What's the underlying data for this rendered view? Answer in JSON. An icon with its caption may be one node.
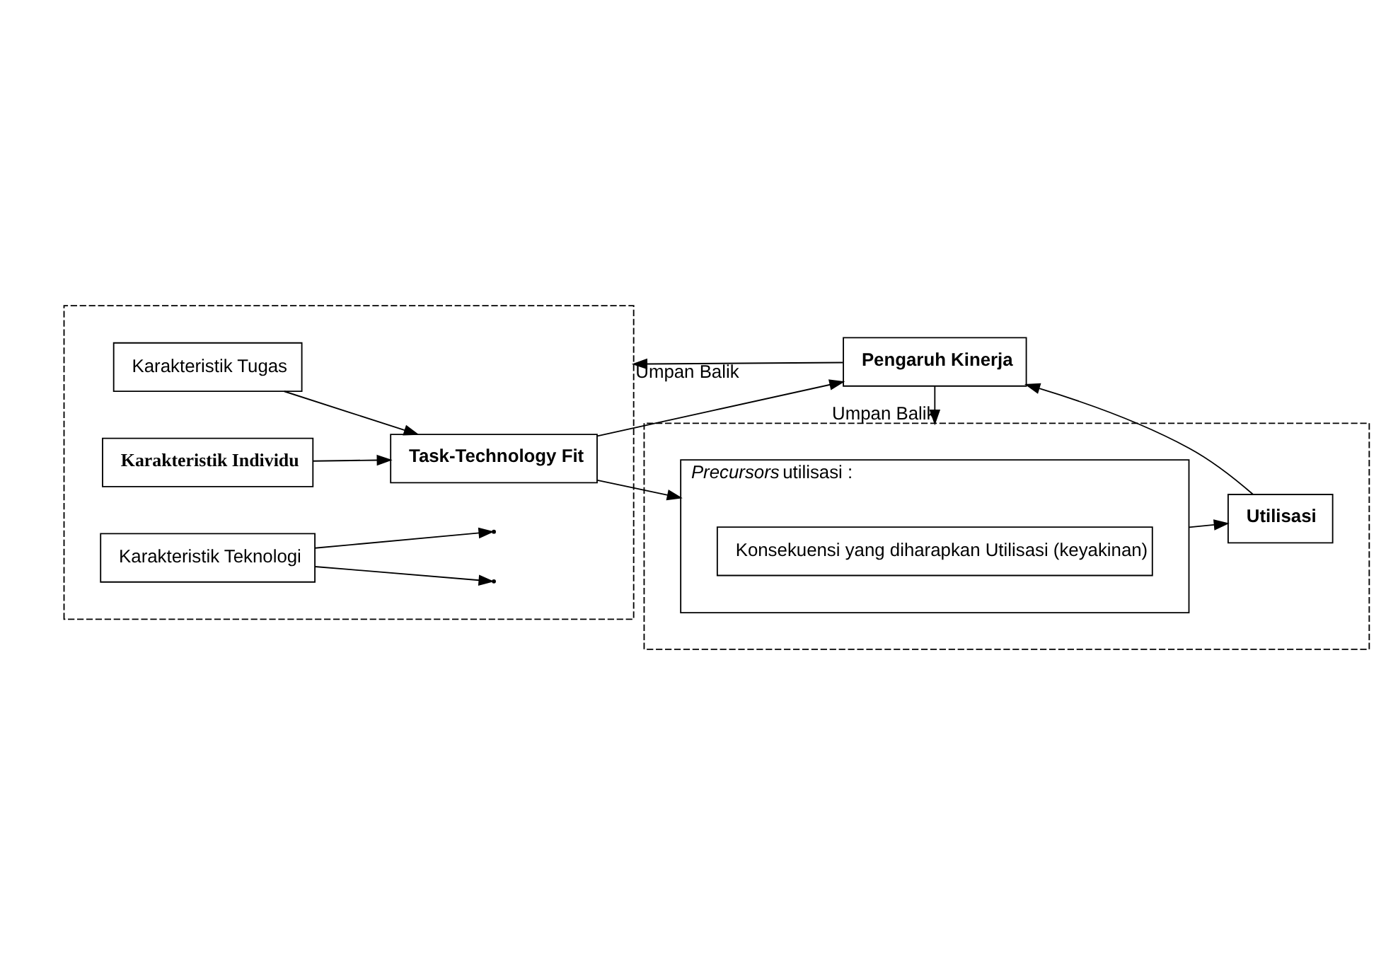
{
  "diagram": {
    "nodes": [
      {
        "text": [],
        "shape": "box"
      },
      {
        "text": [
          "Karakteristik Tugas"
        ],
        "in": 0
      },
      {
        "text": [
          "Karakteristik Teknologi"
        ],
        "in": 0
      },
      {
        "text": [
          "Karakteristik Individu"
        ],
        "in": 0
      },
      {
        "text": [
          "Task-Technology Fit"
        ],
        "in": 0
      },
      {
        "text": [
          "Pengaruh Kinerja"
        ]
      },
      {
        "text": [],
        "shape": "box"
      },
      {
        "text": [
          "*Precursors* utilisasi :"
        ],
        "in": 6
      },
      {
        "text": [
          "Konsekuensi yang diharapkan Utilisasi (keyakinan)"
        ],
        "in": 7
      },
      {
        "text": [
          "Utilisasi"
        ],
        "in": 6
      }
    ],
    "edges": [
      {
        "from": 1,
        "to": 4,
        "arrow": "to"
      },
      {
        "from": 2,
        "to": null,
        "arrow": "to"
      },
      {
        "from": 2,
        "to": null,
        "arrow": "to"
      },
      {
        "from": 3,
        "to": 4,
        "arrow": "to"
      },
      {
        "from": 4,
        "to": 5,
        "arrow": "to"
      },
      {
        "from": 4,
        "to": 7,
        "arrow": "to"
      },
      {
        "from": 7,
        "to": 9,
        "arrow": "to"
      },
      {
        "from": 9,
        "to": 5,
        "arrow": "to"
      },
      {
        "from": 5,
        "to": 0,
        "arrow": "to",
        "label": "Umpan Balik"
      },
      {
        "from": 5,
        "to": 6,
        "arrow": "to",
        "label": "Umpan Balik"
      }
    ]
  }
}
